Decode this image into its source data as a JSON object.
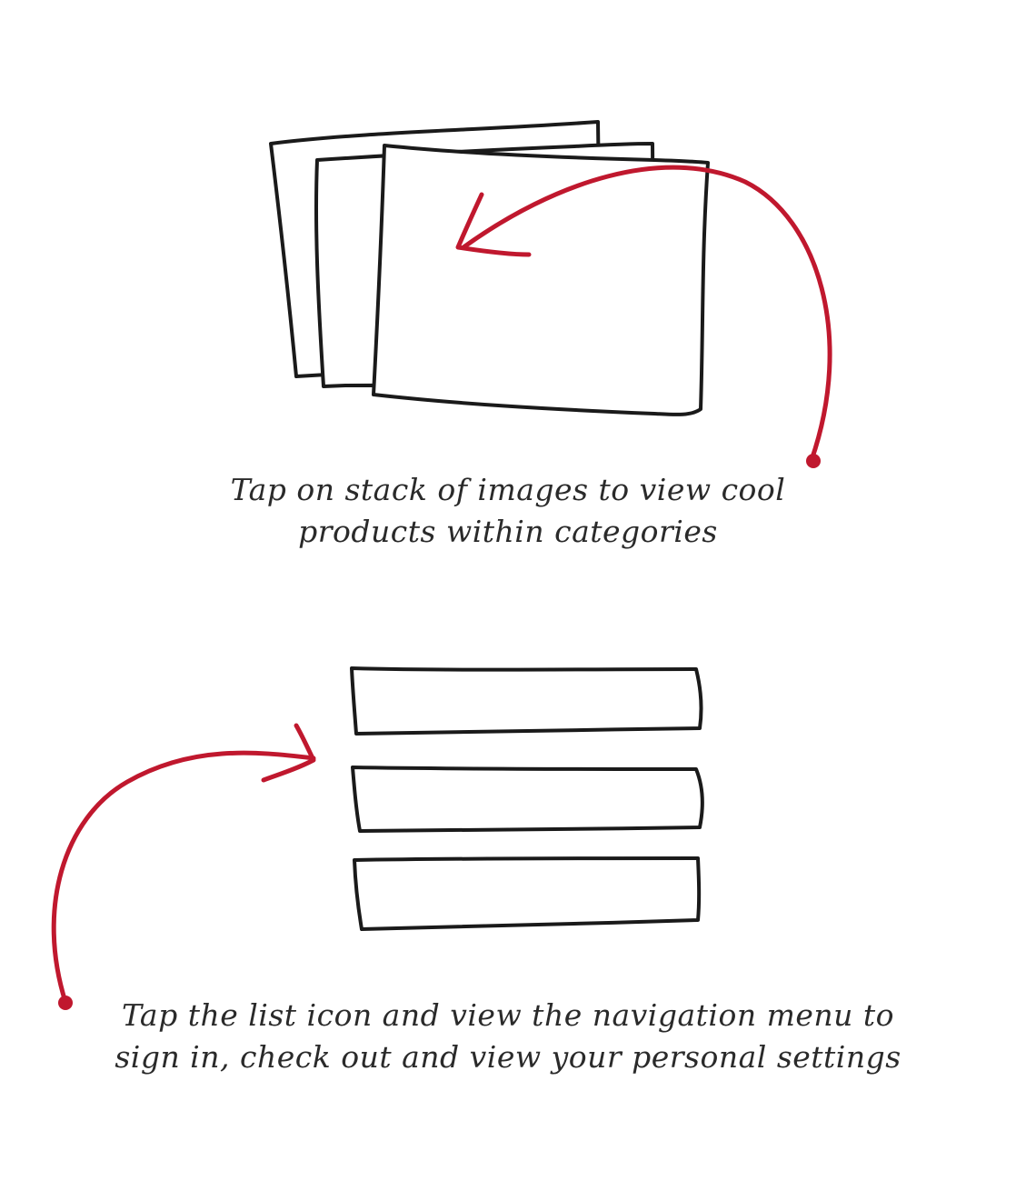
{
  "annotations": {
    "images": {
      "line1": "Tap on stack of images to view cool",
      "line2": "products within categories"
    },
    "menu": {
      "line1": "Tap the list icon and view the navigation menu to",
      "line2": "sign in, check out and view your personal settings"
    }
  },
  "icons": {
    "images": "image-stack-icon",
    "menu": "list-menu-icon"
  },
  "colors": {
    "ink": "#1a1a1a",
    "arrow": "#c0182e",
    "background": "#ffffff"
  }
}
